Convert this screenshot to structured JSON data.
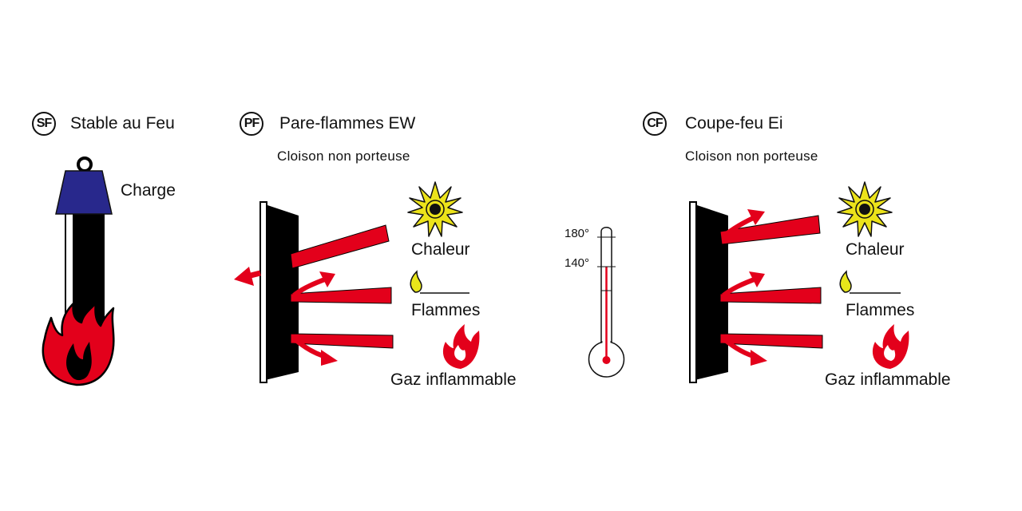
{
  "colors": {
    "fire_red": "#e3001b",
    "wall_black": "#000000",
    "weight_blue": "#28288c",
    "sun_yellow": "#ece31a",
    "flame_yellow": "#e8e51a"
  },
  "stable": {
    "badge": "SF",
    "title": "Stable au Feu",
    "load_label": "Charge",
    "icons": [
      "weight-icon",
      "fire-icon"
    ]
  },
  "pare_flammes": {
    "badge": "PF",
    "title": "Pare-flammes EW",
    "subtitle": "Cloison non porteuse",
    "labels": [
      "Chaleur",
      "Flammes",
      "Gaz inflammable"
    ]
  },
  "thermometer": {
    "tick_high": "180°",
    "tick_low": "140°",
    "icon": "thermometer-icon"
  },
  "coupe_feu": {
    "badge": "CF",
    "title": "Coupe-feu Ei",
    "subtitle": "Cloison non porteuse",
    "labels": [
      "Chaleur",
      "Flammes",
      "Gaz inflammable"
    ]
  }
}
